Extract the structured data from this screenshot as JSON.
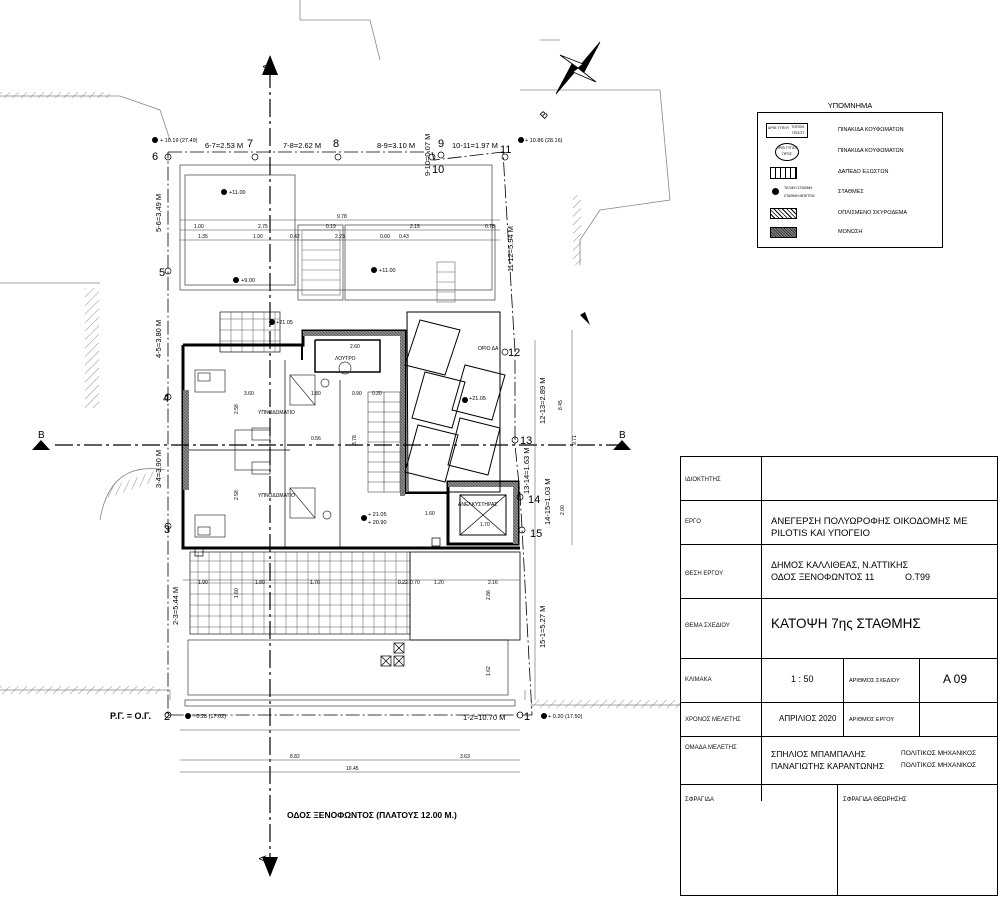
{
  "legend": {
    "title": "ΥΠΟΜΝΗΜΑ",
    "items": [
      {
        "label": "ΠΙΝΑΚΙΔΑ ΚΟΥΦΩΜΑΤΩΝ",
        "sym_text": [
          "ΑΡΙΘ.ΤΥΠΟΥ",
          "ΤΟΠΟΘ.",
          "ΠΟΣΟΤ."
        ]
      },
      {
        "label": "ΠΙΝΑΚΙΔΑ ΚΟΥΦΩΜΑΤΩΝ",
        "sym_text": [
          "ΑΡΙΘ.ΤΥΠΟΥ",
          "ΠΡΟΣ"
        ]
      },
      {
        "label": "ΔΑΠΕΔΟ ΕΞΩΣΤΩΝ"
      },
      {
        "label": "ΣΤΑΘΜΕΣ",
        "sym_text": [
          "ΤΕΛΙΚΗ ΣΤΑΘΜΗ",
          "ΣΤΑΘΜΗ ΜΠΕΤΟΝ"
        ]
      },
      {
        "label": "ΟΠΛΙΣΜΕΝΟ ΣΚΥΡΟΔΕΜΑ"
      },
      {
        "label": "ΜΟΝΩΣΗ"
      }
    ]
  },
  "title_block": {
    "owner_label": "ΙΔΙΟΚΤΗΤΗΣ",
    "owner_value": "",
    "project_label": "ΕΡΓΟ",
    "project_value": [
      "ΑΝΕΓΕΡΣΗ ΠΟΛΥΩΡΟΦΗΣ ΟΙΚΟΔΟΜΗΣ ΜΕ",
      "PILOTIS ΚΑΙ ΥΠΟΓΕΙΟ"
    ],
    "location_label": "ΘΕΣΗ ΕΡΓΟΥ",
    "location_value": [
      "ΔΗΜΟΣ ΚΑΛΛΙΘΕΑΣ, Ν.ΑΤΤΙΚΗΣ",
      "ΟΔΟΣ ΞΕΝΟΦΩΝΤΟΣ 11",
      "Ο.Τ99"
    ],
    "subject_label": "ΘΕΜΑ ΣΧΕΔΙΟΥ",
    "subject_value": "ΚΑΤΟΨΗ 7ης ΣΤΑΘΜΗΣ",
    "scale_label": "ΚΛΙΜΑΚΑ",
    "scale_value": "1 : 50",
    "drawing_no_label": "ΑΡΙΘΜΟΣ ΣΧΕΔΙΟΥ",
    "drawing_no_value": "Α 09",
    "date_label": "ΧΡΟΝΟΣ ΜΕΛΕΤΗΣ",
    "date_value": "ΑΠΡΙΛΙΟΣ 2020",
    "project_no_label": "ΑΡΙΘΜΟΣ ΕΡΓΟΥ",
    "project_no_value": "",
    "team_label": "ΟΜΑΔΑ ΜΕΛΕΤΗΣ",
    "team": [
      {
        "name": "ΣΠΗΛΙΟΣ ΜΠΑΜΠΑΛΗΣ",
        "role": "ΠΟΛΙΤΙΚΟΣ ΜΗΧΑΝΙΚΟΣ"
      },
      {
        "name": "ΠΑΝΑΓΙΩΤΗΣ ΚΑΡΑΝΤΩΝΗΣ",
        "role": "ΠΟΛΙΤΙΚΟΣ ΜΗΧΑΝΙΚΟΣ"
      }
    ],
    "stamp_label": "ΣΦΡΑΓΙΔΑ",
    "stamp_review_label": "ΣΦΡΑΓΙΔΑ ΘΕΩΡΗΣΗΣ"
  },
  "plan": {
    "street": "ΟΔΟΣ ΞΕΝΟΦΩΝΤΟΣ (ΠΛΑΤΟΥΣ 12.00 Μ.)",
    "building_line": "Ρ.Γ. = Ο.Γ.",
    "section_a": "Α",
    "section_b": "Β",
    "side_labels": [
      {
        "text": "6-7=2.53 Μ"
      },
      {
        "text": "7-8=2.62 Μ"
      },
      {
        "text": "8-9=3.10 Μ"
      },
      {
        "text": "10-11=1.97 Μ"
      },
      {
        "text": "9-10=0.07 Μ"
      },
      {
        "text": "5-6=3.49 Μ"
      },
      {
        "text": "4-5=3.80 Μ"
      },
      {
        "text": "3-4=3.90 Μ"
      },
      {
        "text": "2-3=5.44 Μ"
      },
      {
        "text": "11-12=5.94 Μ"
      },
      {
        "text": "12-13=2.89 Μ"
      },
      {
        "text": "13-14=1.63 Μ"
      },
      {
        "text": "14-15=1.03 Μ"
      },
      {
        "text": "15-1=5.27 Μ"
      },
      {
        "text": "1-2=10.70 Μ"
      }
    ],
    "vertex_labels": [
      "1",
      "2",
      "3",
      "4",
      "5",
      "6",
      "7",
      "8",
      "9",
      "10",
      "11",
      "12",
      "13",
      "14",
      "15"
    ],
    "levels": [
      {
        "text": "+ 10.19 (27.49)"
      },
      {
        "text": "+ 10.86 (28.16)"
      },
      {
        "text": "+11.00"
      },
      {
        "text": "+9.00"
      },
      {
        "text": "+11.00"
      },
      {
        "text": "+21.05"
      },
      {
        "text": "+21.05"
      },
      {
        "text": "+ 21.05"
      },
      {
        "text": "+ 20.90"
      },
      {
        "text": "- 0.28 (17.02)"
      },
      {
        "text": "+ 0.20 (17.50)"
      }
    ],
    "room_labels": [
      {
        "text": "ΥΠΝΟΔΩΜΑΤΙΟ"
      },
      {
        "text": "ΥΠΝΟΔΩΜΑΤΙΟ"
      },
      {
        "text": "ΛΟΥΤΡΟ"
      },
      {
        "text": "ΑΝΕΛΚΥΣΤΗΡΑΣ"
      },
      {
        "text": "ΟΡΙΟ ΔΑ"
      }
    ],
    "dims": [
      "1.00",
      "2.75",
      "0.19",
      "2.15",
      "0.78",
      "1.35",
      "1.90",
      "0.42",
      "2.23",
      "0.60",
      "0.43",
      "9.78",
      "2.60",
      "3.60",
      "0.90",
      "0.20",
      "1.80",
      "0.56",
      "1.60",
      "1.70",
      "1.90",
      "1.80",
      "1.70",
      "0.22",
      "0.70",
      "1.20",
      "2.16",
      "2.58",
      "2.58",
      "3.78",
      "8.45",
      "9.71",
      "2.00",
      "2.86",
      "1.62",
      "8.82",
      "3.63",
      "10.45",
      "1.60"
    ]
  }
}
